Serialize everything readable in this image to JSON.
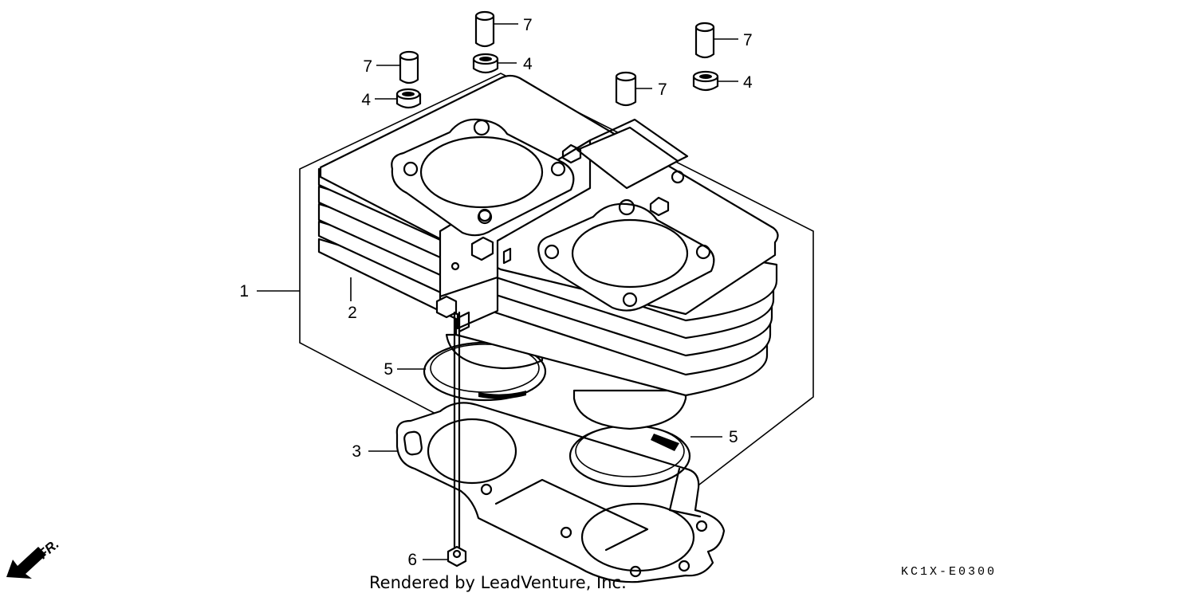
{
  "diagram": {
    "drawing_code": "KC1X-E0300",
    "credit": "Rendered by LeadVenture, Inc.",
    "direction_label": "FR.",
    "callouts": {
      "c1": "1",
      "c2": "2",
      "c3": "3",
      "c4a": "4",
      "c4b": "4",
      "c4c": "4",
      "c5a": "5",
      "c5b": "5",
      "c6": "6",
      "c7a": "7",
      "c7b": "7",
      "c7c": "7",
      "c7d": "7"
    }
  }
}
